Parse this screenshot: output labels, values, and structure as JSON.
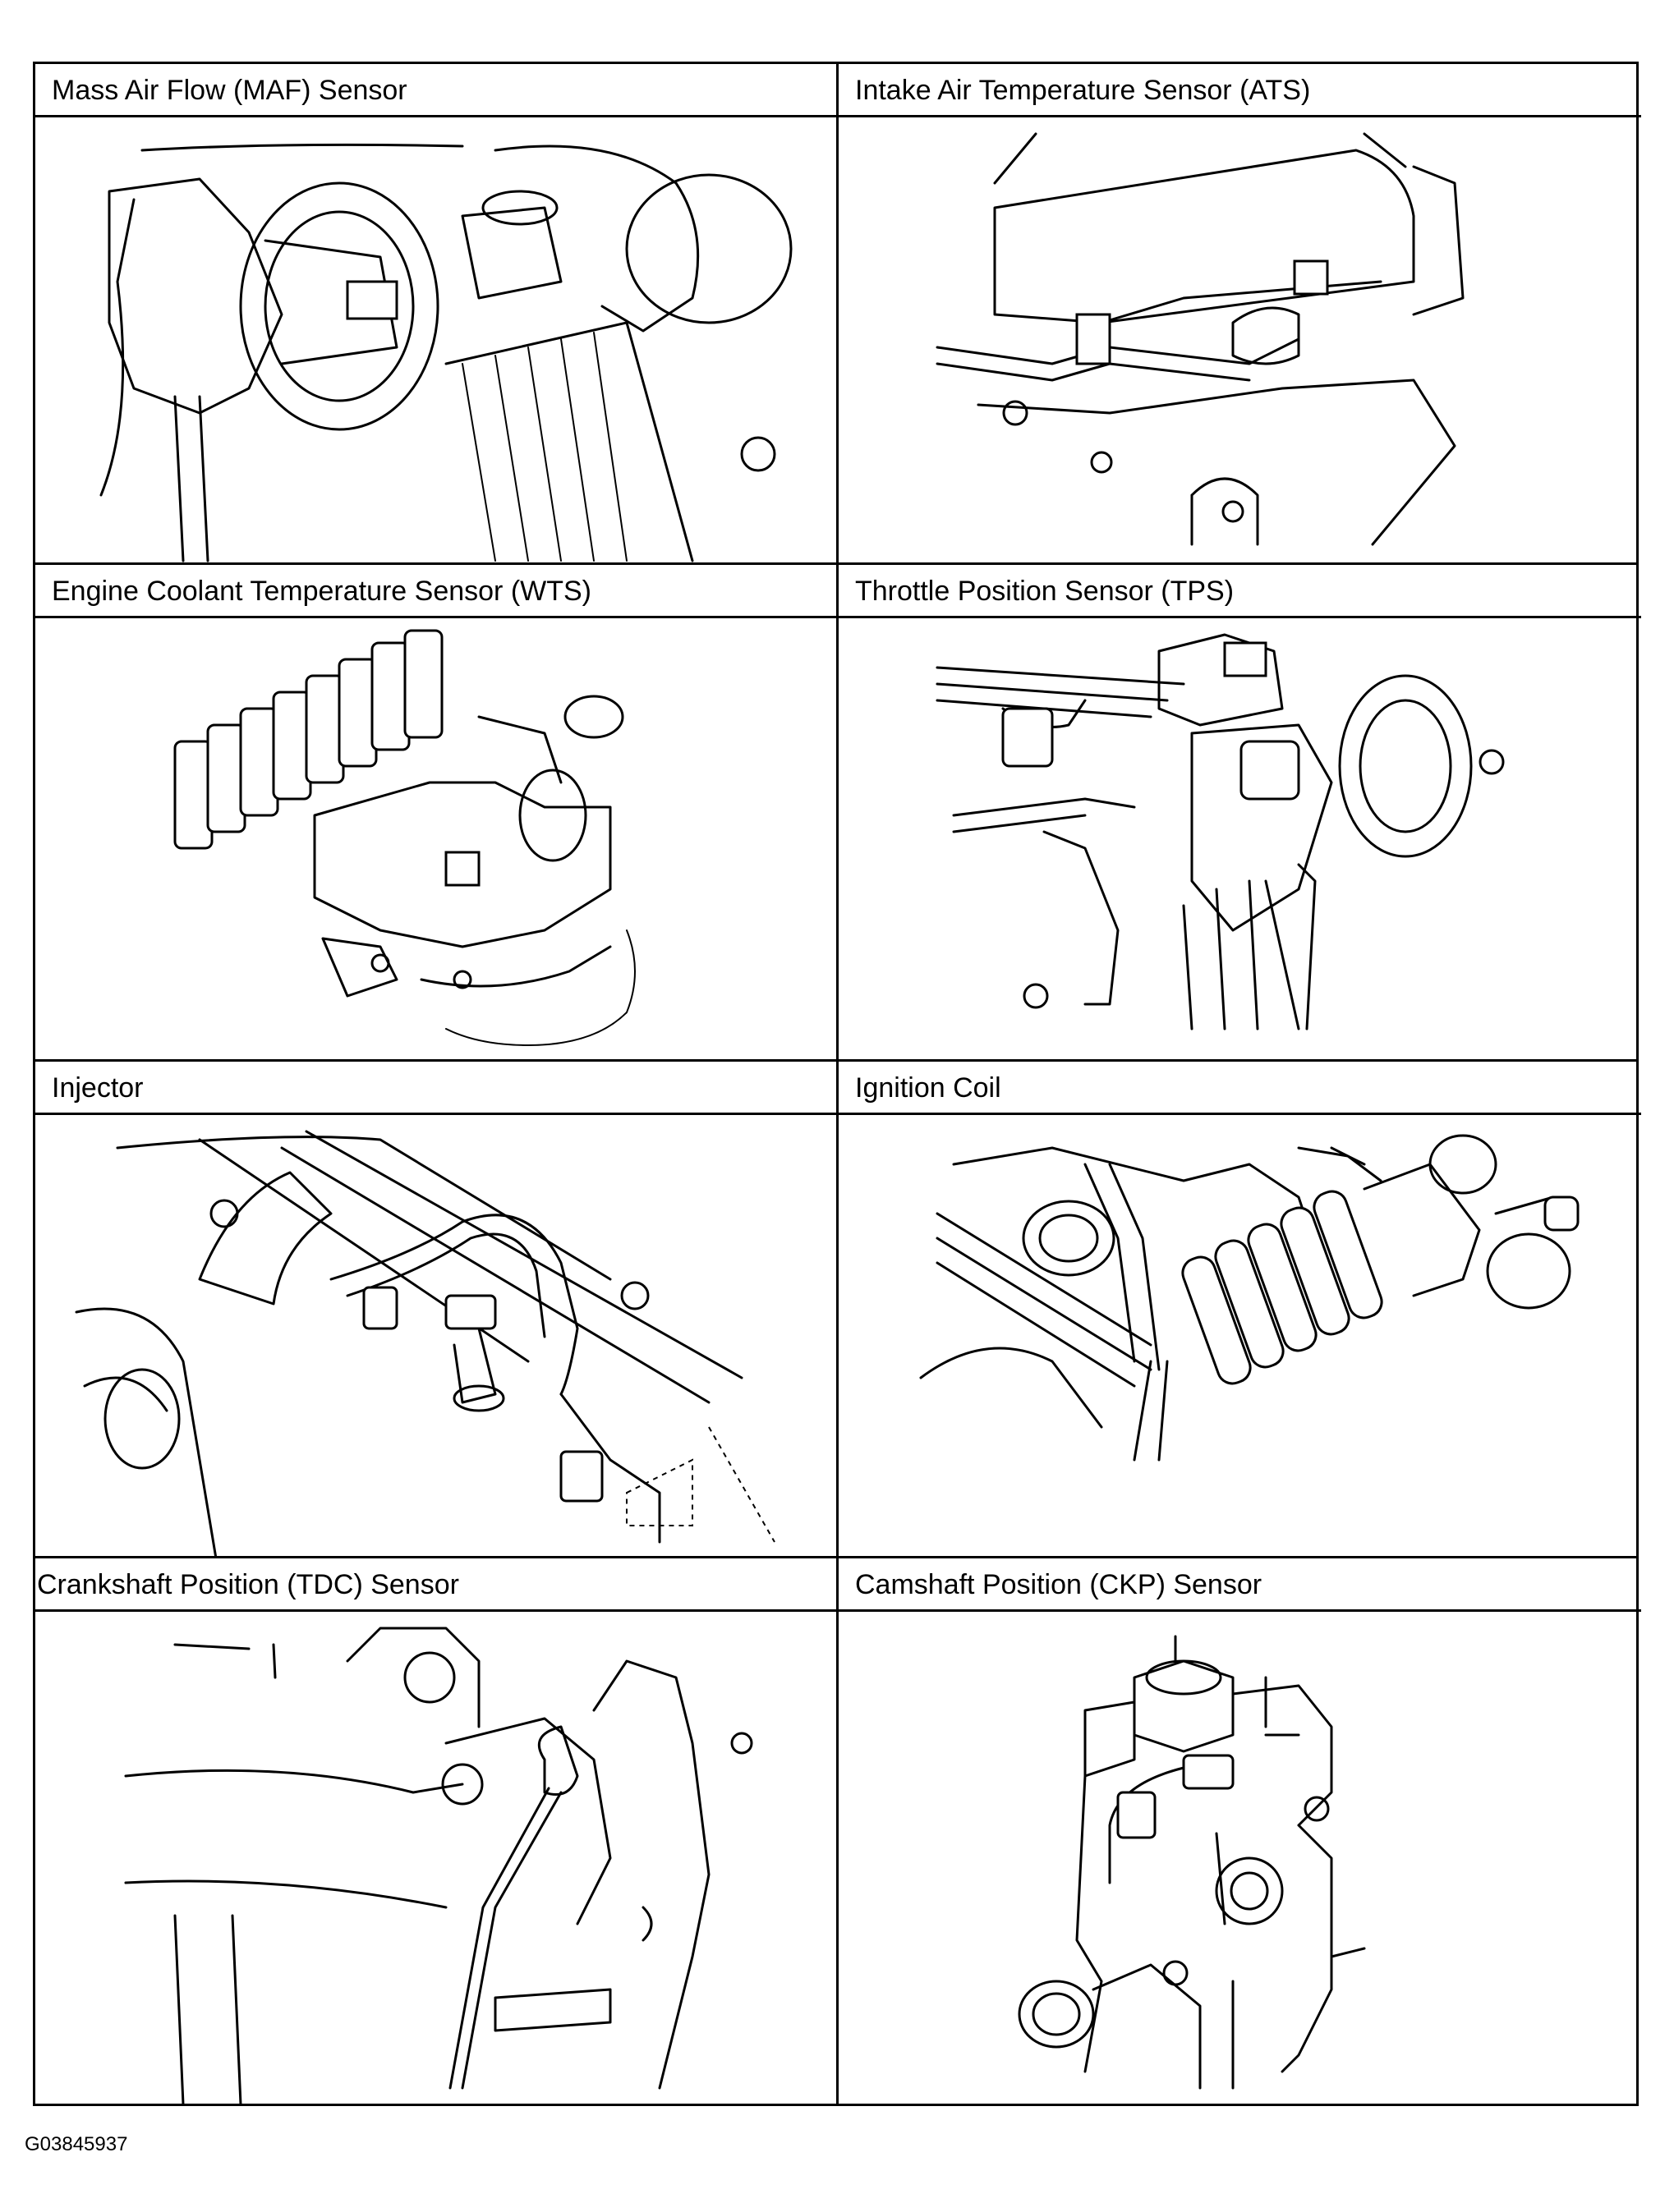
{
  "panels": [
    {
      "label": "Mass Air Flow (MAF) Sensor"
    },
    {
      "label": "Intake Air Temperature Sensor (ATS)"
    },
    {
      "label": "Engine Coolant Temperature Sensor (WTS)"
    },
    {
      "label": "Throttle Position Sensor (TPS)"
    },
    {
      "label": "Injector"
    },
    {
      "label": "Ignition Coil"
    },
    {
      "label": "Crankshaft Position (TDC) Sensor"
    },
    {
      "label": "Camshaft  Position (CKP) Sensor"
    }
  ],
  "figure_code": "G03845937"
}
